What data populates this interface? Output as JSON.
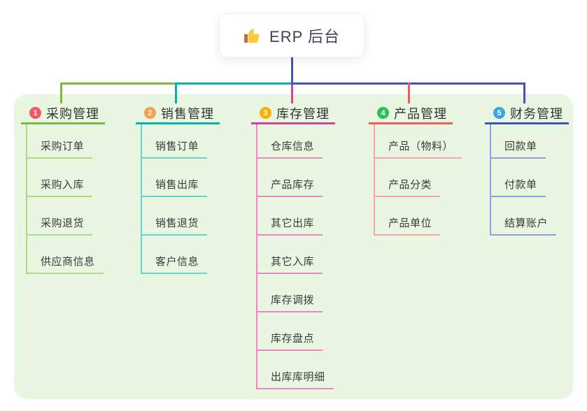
{
  "root": {
    "title": "ERP 后台",
    "icon": "thumbs-up-icon"
  },
  "palette": {
    "root_line": "#4053c2",
    "green": "#7cb93f",
    "teal": "#00b5ad",
    "magenta": "#d6409f",
    "red": "#f15b5b",
    "blue": "#4053c2",
    "background": "#e8f6e2"
  },
  "branches": [
    {
      "index": "1",
      "label": "采购管理",
      "color": "#7cb93f",
      "light_color": "#aeda85",
      "badge_color": "#f4566a",
      "children": [
        "采购订单",
        "采购入库",
        "采购退货",
        "供应商信息"
      ]
    },
    {
      "index": "2",
      "label": "销售管理",
      "color": "#00b5ad",
      "light_color": "#66d4cb",
      "badge_color": "#fb9d4e",
      "children": [
        "销售订单",
        "销售出库",
        "销售退货",
        "客户信息"
      ]
    },
    {
      "index": "3",
      "label": "库存管理",
      "color": "#d6409f",
      "light_color": "#ef85c5",
      "badge_color": "#feae02",
      "children": [
        "仓库信息",
        "产品库存",
        "其它出库",
        "其它入库",
        "库存调拨",
        "库存盘点",
        "出库库明细"
      ]
    },
    {
      "index": "4",
      "label": "产品管理",
      "color": "#f15b5b",
      "light_color": "#f6a6a6",
      "badge_color": "#2ebd59",
      "children": [
        "产品（物料）",
        "产品分类",
        "产品单位"
      ]
    },
    {
      "index": "5",
      "label": "财务管理",
      "color": "#4053c2",
      "light_color": "#8fa0de",
      "badge_color": "#3aa5e0",
      "children": [
        "回款单",
        "付款单",
        "结算账户"
      ]
    }
  ]
}
